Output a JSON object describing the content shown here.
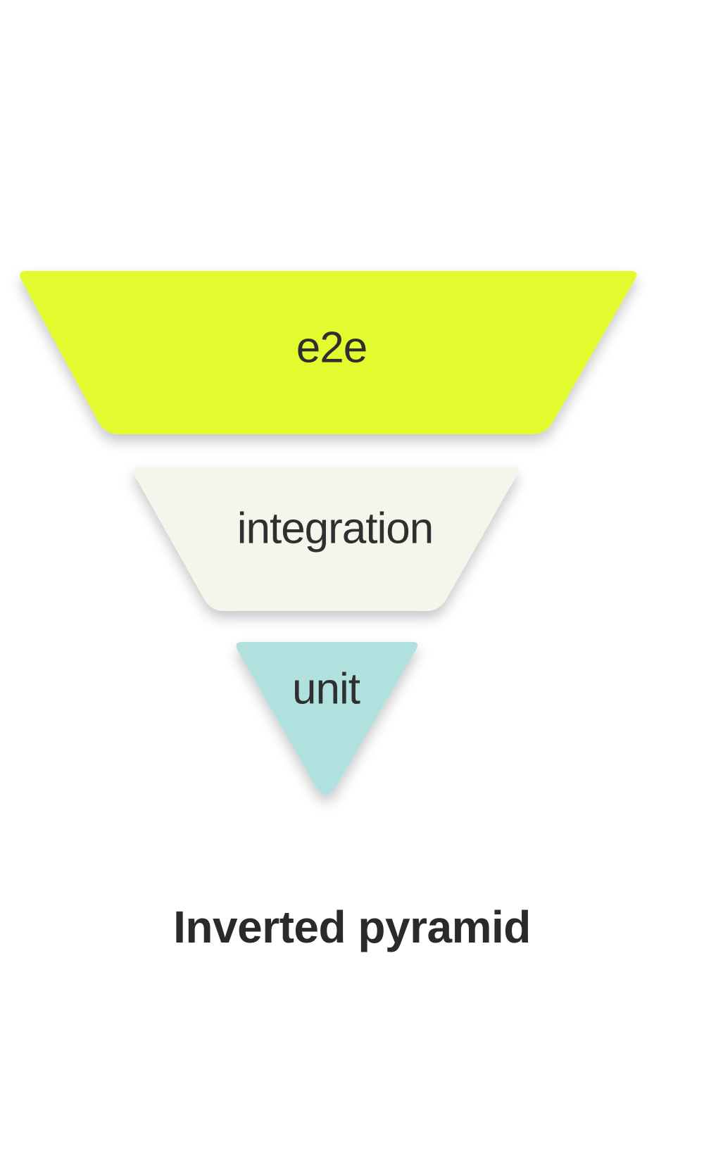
{
  "layers": [
    {
      "label": "e2e",
      "color": "#e3fa2d"
    },
    {
      "label": "integration",
      "color": "#f2f6eb"
    },
    {
      "label": "unit",
      "color": "#b0e1de"
    }
  ],
  "caption": "Inverted pyramid"
}
